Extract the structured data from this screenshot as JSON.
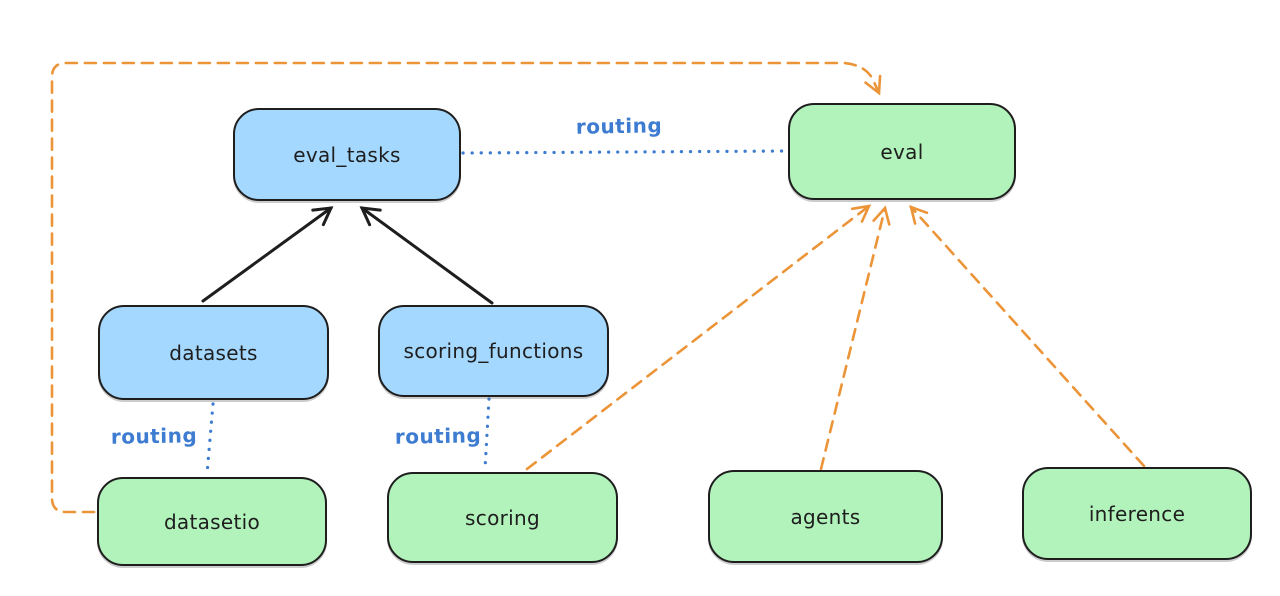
{
  "diagram": {
    "title": "",
    "background_color": "#ffffff",
    "colors": {
      "node_blue_fill": "#a5d8ff",
      "node_green_fill": "#b2f2bb",
      "node_border": "#1e1e1e",
      "solid_arrow": "#1e1e1e",
      "routing_blue": "#3d7cd0",
      "dashed_orange": "#ec9438"
    },
    "nodes": [
      {
        "id": "eval_tasks",
        "label": "eval_tasks",
        "color": "blue"
      },
      {
        "id": "eval",
        "label": "eval",
        "color": "green"
      },
      {
        "id": "datasets",
        "label": "datasets",
        "color": "blue"
      },
      {
        "id": "scoring_functions",
        "label": "scoring_functions",
        "color": "blue"
      },
      {
        "id": "datasetio",
        "label": "datasetio",
        "color": "green"
      },
      {
        "id": "scoring",
        "label": "scoring",
        "color": "green"
      },
      {
        "id": "agents",
        "label": "agents",
        "color": "green"
      },
      {
        "id": "inference",
        "label": "inference",
        "color": "green"
      }
    ],
    "edges": [
      {
        "from": "datasets",
        "to": "eval_tasks",
        "style": "solid",
        "color": "black",
        "arrow": true,
        "label": ""
      },
      {
        "from": "scoring_functions",
        "to": "eval_tasks",
        "style": "solid",
        "color": "black",
        "arrow": true,
        "label": ""
      },
      {
        "from": "eval_tasks",
        "to": "eval",
        "style": "dotted",
        "color": "blue",
        "arrow": false,
        "label": "routing"
      },
      {
        "from": "datasets",
        "to": "datasetio",
        "style": "dotted",
        "color": "blue",
        "arrow": false,
        "label": "routing"
      },
      {
        "from": "scoring_functions",
        "to": "scoring",
        "style": "dotted",
        "color": "blue",
        "arrow": false,
        "label": "routing"
      },
      {
        "from": "datasetio",
        "to": "eval",
        "style": "dashed",
        "color": "orange",
        "arrow": true,
        "label": ""
      },
      {
        "from": "scoring",
        "to": "eval",
        "style": "dashed",
        "color": "orange",
        "arrow": true,
        "label": ""
      },
      {
        "from": "agents",
        "to": "eval",
        "style": "dashed",
        "color": "orange",
        "arrow": true,
        "label": ""
      },
      {
        "from": "inference",
        "to": "eval",
        "style": "dashed",
        "color": "orange",
        "arrow": true,
        "label": ""
      }
    ],
    "edge_labels": [
      {
        "id": "routing-eval-tasks-to-eval",
        "text": "routing"
      },
      {
        "id": "routing-datasets-to-datasetio",
        "text": "routing"
      },
      {
        "id": "routing-scoring-functions-scoring",
        "text": "routing"
      }
    ]
  }
}
